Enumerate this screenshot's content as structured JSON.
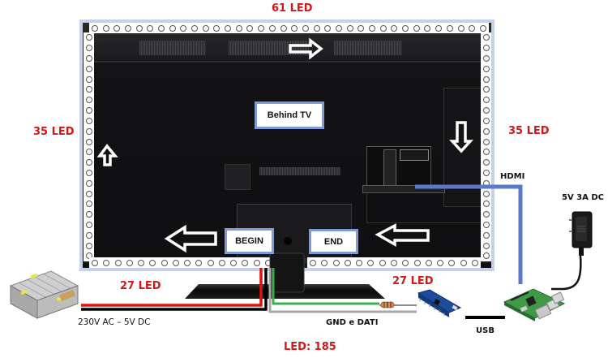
{
  "title": "TV Ambilight LED wiring diagram",
  "labels": {
    "top_led": "61 LED",
    "left_led": "35 LED",
    "right_led": "35 LED",
    "bottom_left_led": "27 LED",
    "bottom_right_led": "27 LED",
    "total_led": "LED: 185",
    "behind_tv": "Behind TV",
    "begin": "BEGIN",
    "end": "END",
    "hdmi": "HDMI",
    "usb": "USB",
    "gnd_dati": "GND e DATI",
    "psu": "230V AC – 5V DC",
    "adapter": "5V 3A DC"
  },
  "strips": {
    "top_count": 61,
    "left_count": 35,
    "right_count": 35,
    "bottom_left_count": 27,
    "bottom_right_count": 27,
    "total": 185
  },
  "flow_direction": [
    "up-left-side",
    "right-top",
    "down-right-side",
    "left-bottom-right",
    "left-bottom-left"
  ],
  "components": [
    {
      "name": "Power supply",
      "icon": "power-supply-icon"
    },
    {
      "name": "Arduino Nano",
      "icon": "arduino-nano-icon"
    },
    {
      "name": "Raspberry Pi",
      "icon": "raspberry-pi-icon"
    },
    {
      "name": "Wall adapter",
      "icon": "wall-adapter-icon"
    },
    {
      "name": "Resistor",
      "icon": "resistor-icon"
    }
  ],
  "colors": {
    "label_red": "#d01818",
    "box_border": "#7f9bd6",
    "hdmi_cable": "#5b79c8",
    "power_red": "#e01010",
    "data_green": "#39b04a",
    "ground_gray": "#a8a8a8"
  }
}
